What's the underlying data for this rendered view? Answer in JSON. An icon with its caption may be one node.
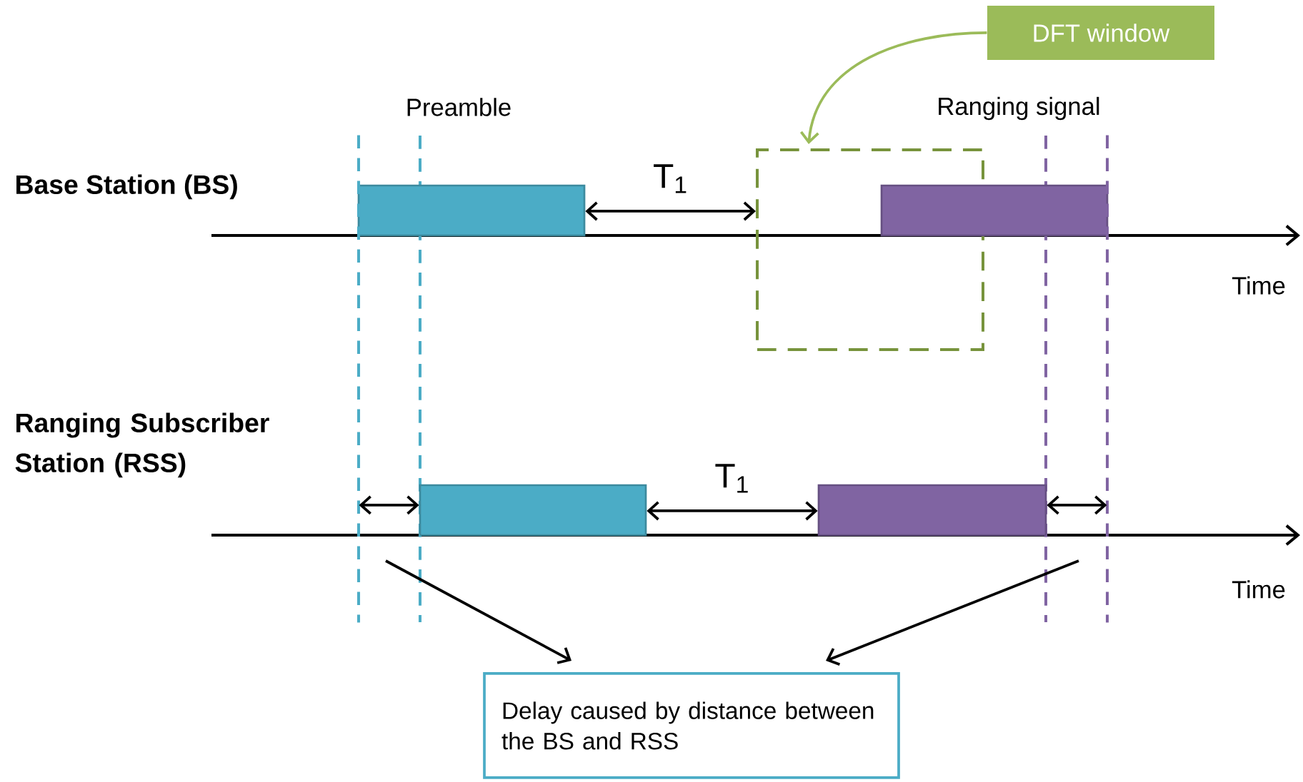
{
  "diagram": {
    "nodes": [
      {
        "text": [
          "DFT window"
        ]
      },
      {
        "text": [],
        "shape": "box"
      },
      {
        "text": [],
        "shape": "bar"
      },
      {
        "text": [],
        "shape": "bar"
      },
      {
        "text": [],
        "shape": "bar"
      },
      {
        "text": [],
        "shape": "bar"
      },
      {
        "text": [
          "Delay caused by distance between the BS and RSS"
        ]
      },
      {
        "text": [],
        "shape": "line"
      },
      {
        "text": [],
        "shape": "line"
      }
    ],
    "edges": [
      {
        "from": 0,
        "to": 1,
        "arrow": "to",
        "color": "#9bbb59"
      },
      {
        "from": 2,
        "to": 1,
        "arrow": "both",
        "label": "T$_{1}$"
      },
      {
        "from": 4,
        "to": 5,
        "arrow": "both",
        "label": "T$_{1}$"
      },
      {
        "from": 7,
        "to": 4,
        "arrow": "both"
      },
      {
        "from": 5,
        "to": 8,
        "arrow": "both"
      },
      {
        "from": null,
        "to": 6,
        "arrow": "to"
      },
      {
        "from": null,
        "to": 6,
        "arrow": "to"
      }
    ],
    "labels": [
      "Preamble",
      "Ranging signal",
      "Base Station (BS)",
      "Time",
      "Ranging Subscriber Station (RSS)",
      "Time"
    ]
  }
}
